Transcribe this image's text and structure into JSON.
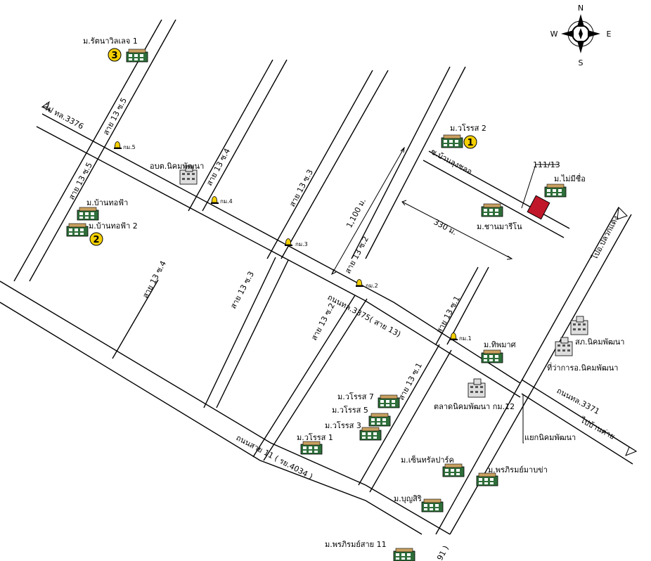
{
  "compass": {
    "n": "N",
    "s": "S",
    "w": "W",
    "e": "E"
  },
  "markers": {
    "1": "1",
    "2": "2",
    "3": "3"
  },
  "km": {
    "1": "กม.1",
    "2": "กม.2",
    "3": "กม.3",
    "4": "กม.4",
    "5": "กม.5"
  },
  "places": {
    "ratanawila": "ม.รัตนาวิลเลจ 1",
    "worarot_2": "ม.วโรรส 2",
    "banthofa": "ม.บ้านทอฟ้า",
    "banthofa_2": "ม.บ้านทอฟ้า 2",
    "obt": "อบต.นิคมพัฒนา",
    "plot": "111/13",
    "mai_mi_chue": "ม.ไม่มีชื่อ",
    "chanmarino": "ม.ชานมารีโน",
    "thippamat": "ม.ทิพมาศ",
    "police": "สภ.นิคมพัฒนา",
    "district_office": "ที่ว่าการอ.นิคมพัฒนา",
    "market": "ตลาดนิคมพัฒนา กม.12",
    "worarot_7": "ม.วโรรส 7",
    "worarot_5": "ม.วโรรส 5",
    "worarot_3": "ม.วโรรส 3",
    "worarot_1": "ม.วโรรส 1",
    "central_park": "ม.เซ็นทรัลปาร์ค",
    "promma_chan": "ม.พรภิรมย์มาบข่า",
    "boonsiri": "ม.บุญสิริ",
    "promma_sai11": "ม.พรภิรมย์สาย 11",
    "junction": "แยกนิคมพัฒนา"
  },
  "roads": {
    "to_3376": "ไป ทล.3376",
    "r13_5a": "สาย 13 ซ.5",
    "r13_5b": "สาย 13 ซ.5",
    "r13_4a": "สาย 13 ซ.4",
    "r13_4b": "สาย 13 ซ.4",
    "r13_3a": "สาย 13 ซ.3",
    "r13_3b": "สาย 13 ซ.3",
    "r13_2a": "สาย 13 ซ.2",
    "r13_2b": "สาย 13 ซ.2",
    "r13_1a": "สาย 13 ซ.1",
    "r13_1b": "สาย 13 ซ.1",
    "dist_1100": "1,100 ม.",
    "dist_330": "330 ม.",
    "soi_lung_chalo": "ซ.บ้านลุงชลอ",
    "r3375": "ถนนทล.3375( สาย 13)",
    "sai_11": "ถนนสาย 11 ( รย.4034 )",
    "to_plaeknaeng": "ไปอ.ปลวกแดง",
    "r3371": "ถนนทล.3371",
    "to_banchang": "ไปบ้านค่าย",
    "bottom_91": "91 )"
  }
}
